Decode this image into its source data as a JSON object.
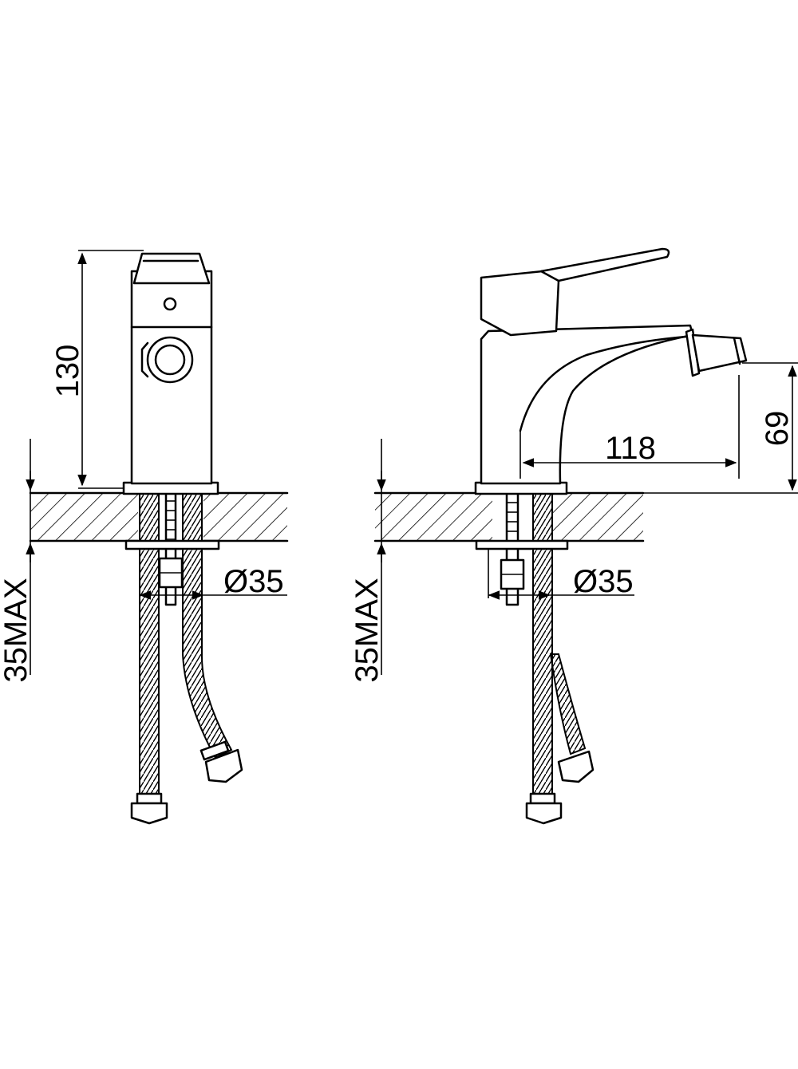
{
  "front_view": {
    "height_dim": "130",
    "max_thickness_dim": "35MAX",
    "hole_diameter_dim": "Ø35"
  },
  "side_view": {
    "spout_height_dim": "69",
    "spout_reach_dim": "118",
    "max_thickness_dim": "35MAX",
    "hole_diameter_dim": "Ø35"
  },
  "colors": {
    "line": "#000000",
    "background": "#ffffff"
  }
}
